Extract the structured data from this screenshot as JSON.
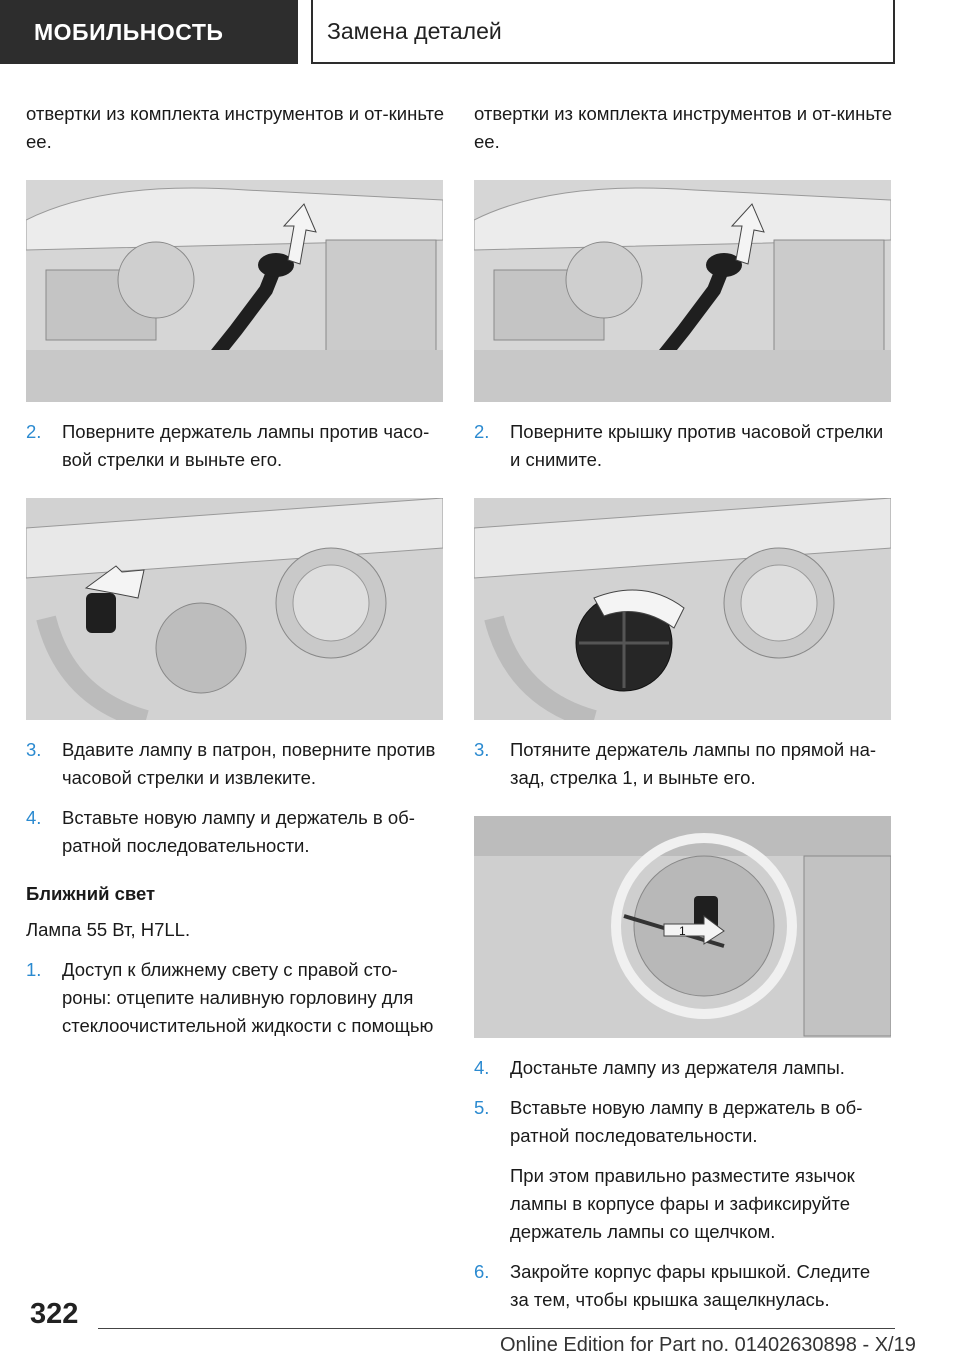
{
  "header": {
    "section": "МОБИЛЬНОСТЬ",
    "title": "Замена деталей"
  },
  "left_column": {
    "intro": "отвертки из комплекта инструментов и от-киньте ее.",
    "steps_a": [
      {
        "num": "2.",
        "text": "Поверните держатель лампы против часо-вой стрелки и выньте его."
      }
    ],
    "steps_b": [
      {
        "num": "3.",
        "text": "Вдавите лампу в патрон, поверните против часовой стрелки и извлеките."
      },
      {
        "num": "4.",
        "text": "Вставьте новую лампу и держатель в об-ратной последовательности."
      }
    ],
    "heading": "Ближний свет",
    "lamp_spec": "Лампа 55 Вт, H7LL.",
    "steps_c": [
      {
        "num": "1.",
        "text": "Доступ к ближнему свету с правой сто-роны: отцепите наливную горловину для стеклоочистительной жидкости с помощью"
      }
    ]
  },
  "right_column": {
    "intro": "отвертки из комплекта инструментов и от-киньте ее.",
    "steps_a": [
      {
        "num": "2.",
        "text": "Поверните крышку против часовой стрелки и снимите."
      }
    ],
    "steps_b": [
      {
        "num": "3.",
        "text": "Потяните держатель лампы по прямой на-зад, стрелка 1, и выньте его."
      }
    ],
    "steps_c": [
      {
        "num": "4.",
        "text": "Достаньте лампу из держателя лампы."
      },
      {
        "num": "5.",
        "text": "Вставьте новую лампу в держатель в об-ратной последовательности."
      }
    ],
    "note": "При этом правильно разместите язычок лампы в корпусе фары и зафиксируйте держатель лампы со щелчком.",
    "steps_d": [
      {
        "num": "6.",
        "text": "Закройте корпус фары крышкой. Следите за тем, чтобы крышка защелкнулась."
      }
    ]
  },
  "figures": {
    "arrow_label": "1"
  },
  "footer": {
    "page_number": "322",
    "edition": "Online Edition for Part no. 01402630898 - X/19"
  },
  "colors": {
    "header_bg": "#2d2d2d",
    "step_number": "#2b8ad0",
    "figure_bg": "#d8d8d8"
  }
}
